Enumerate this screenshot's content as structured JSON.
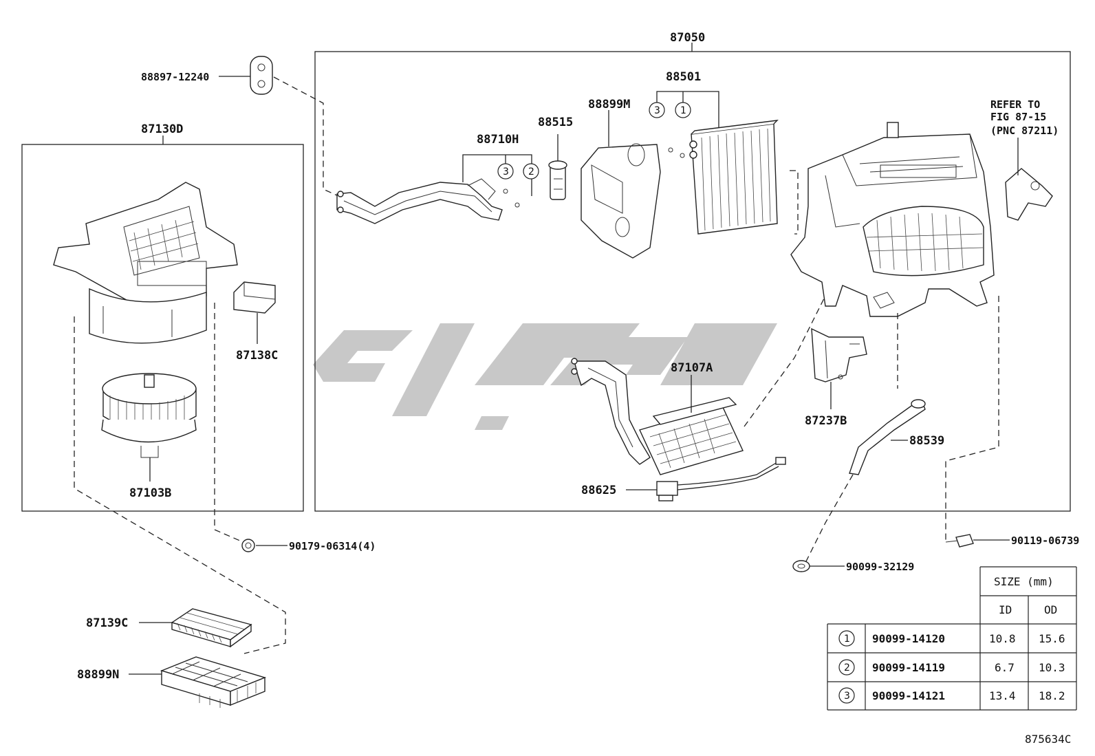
{
  "parts": {
    "p87050": "87050",
    "p88897": "88897-12240",
    "p87130D": "87130D",
    "p88501": "88501",
    "p88899M": "88899M",
    "p88515": "88515",
    "p88710H": "88710H",
    "refer_line1": "REFER TO",
    "refer_line2": "FIG 87-15",
    "refer_line3": "(PNC 87211)",
    "p87138C": "87138C",
    "p87107A": "87107A",
    "p87237B": "87237B",
    "p88539": "88539",
    "p87103B": "87103B",
    "p88625": "88625",
    "p90119": "90119-06739",
    "p90179": "90179-06314(4)",
    "p90099": "90099-32129",
    "p87139C": "87139C",
    "p88899N": "88899N"
  },
  "callouts": {
    "c3a": "3",
    "c2a": "2",
    "c3b": "3",
    "c1b": "1"
  },
  "size_table": {
    "header": "SIZE (mm)",
    "col_id": "ID",
    "col_od": "OD",
    "rows": [
      {
        "ref": "1",
        "part": "90099-14120",
        "id": "10.8",
        "od": "15.6"
      },
      {
        "ref": "2",
        "part": "90099-14119",
        "id": "6.7",
        "od": "10.3"
      },
      {
        "ref": "3",
        "part": "90099-14121",
        "id": "13.4",
        "od": "18.2"
      }
    ]
  },
  "figure_code": "875634C",
  "colors": {
    "line": "#222222",
    "watermark": "#c8c8c8",
    "background": "#ffffff"
  }
}
